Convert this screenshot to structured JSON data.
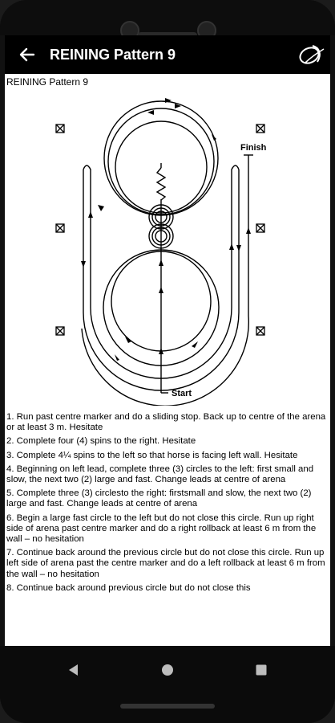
{
  "app": {
    "title": "REINING Pattern 9"
  },
  "icons": {
    "back": "arrow-left-icon",
    "logo": "brand-logo-icon",
    "nav_back": "triangle-back-icon",
    "nav_home": "circle-home-icon",
    "nav_recents": "square-recents-icon"
  },
  "content": {
    "heading": "REINING Pattern 9",
    "diagram": {
      "finish_label": "Finish",
      "start_label": "Start"
    },
    "steps": [
      "1. Run past centre marker and do a sliding stop. Back up to centre of the arena or at least 3 m. Hesitate",
      "2.  Complete four (4) spins to the right. Hesitate",
      "3.  Complete 4¼ spins to the left so that horse is facing left wall. Hesitate",
      "4.  Beginning on left lead, complete three (3) circles to the left: first small and slow, the next two (2) large and fast. Change leads at centre of arena",
      "5.  Complete three (3) circlesto the right: firstsmall and slow, the next two (2) large and fast. Change leads at centre of arena",
      "6.  Begin a large fast circle to the left but do not close this circle. Run up right side of arena past centre marker and do a right rollback at least 6 m from the wall – no hesitation",
      "7.  Continue back around the previous circle but do not close this circle. Run up left side of arena past the centre marker and do a left rollback at least 6 m from the wall – no hesitation",
      "8.  Continue back around previous circle but do not close this"
    ]
  },
  "colors": {
    "appbar": "#000000",
    "content_bg": "#ffffff",
    "text": "#000000"
  }
}
